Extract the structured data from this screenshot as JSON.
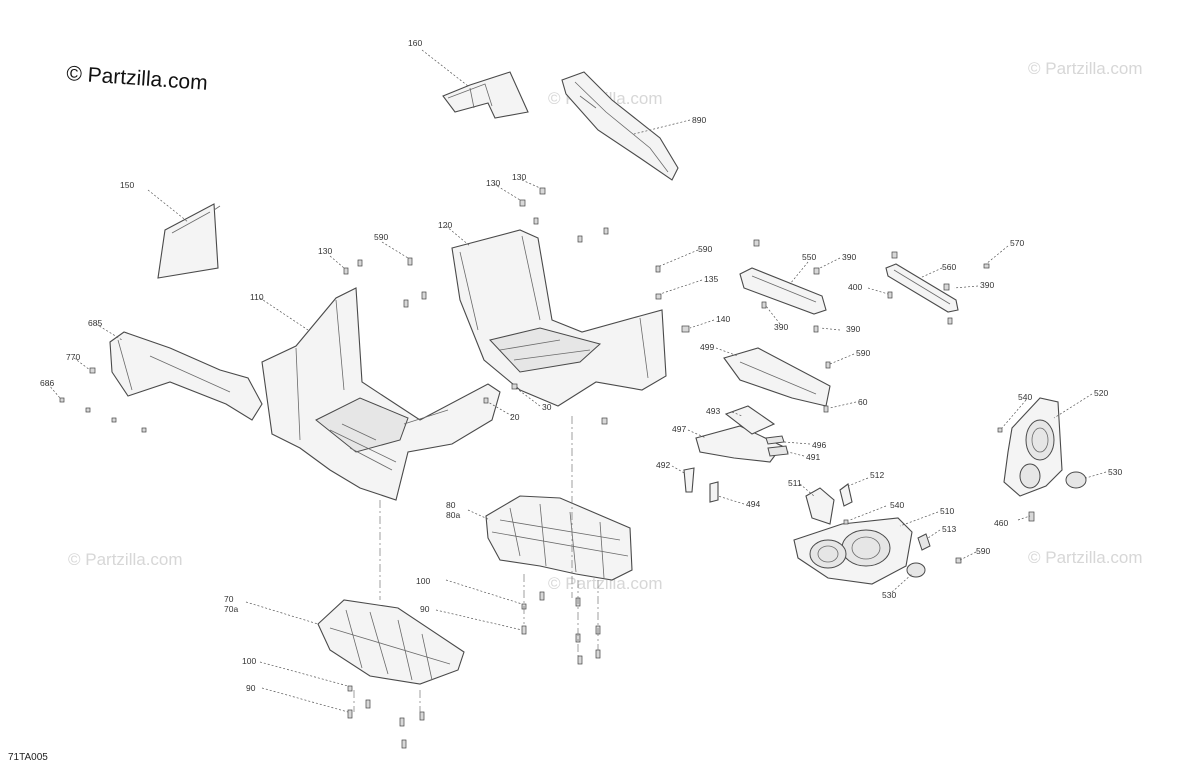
{
  "copyright": "© Partzilla.com",
  "watermark": "© Partzilla.com",
  "diagram_code": "71TA005",
  "callouts": {
    "c160": "160",
    "c890": "890",
    "c150": "150",
    "c130a": "130",
    "c130b": "130",
    "c130c": "130",
    "c590a": "590",
    "c590b": "590",
    "c590c": "590",
    "c590d": "590",
    "c120": "120",
    "c110": "110",
    "c135": "135",
    "c140": "140",
    "c685": "685",
    "c770": "770",
    "c686": "686",
    "c20": "20",
    "c30": "30",
    "c60": "60",
    "c550": "550",
    "c390a": "390",
    "c390b": "390",
    "c390c": "390",
    "c390d": "390",
    "c560": "560",
    "c400": "400",
    "c570": "570",
    "c499": "499",
    "c493": "493",
    "c497": "497",
    "c496": "496",
    "c491": "491",
    "c492": "492",
    "c494": "494",
    "c511": "511",
    "c512": "512",
    "c540a": "540",
    "c540b": "540",
    "c510": "510",
    "c513": "513",
    "c530a": "530",
    "c530b": "530",
    "c520": "520",
    "c460": "460",
    "c80": "80",
    "c80a": "80a",
    "c100a": "100",
    "c90a": "90",
    "c100b": "100",
    "c90b": "90",
    "c70": "70",
    "c70a": "70a"
  }
}
